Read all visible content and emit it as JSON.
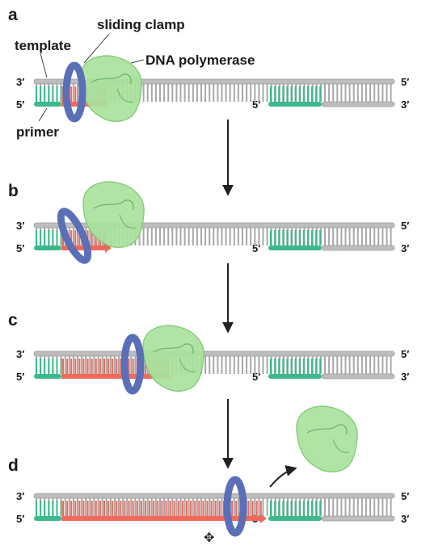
{
  "labels": {
    "template": "template",
    "sliding_clamp": "sliding clamp",
    "dna_polymerase": "DNA polymerase",
    "primer": "primer"
  },
  "ends": {
    "three_prime": "3′",
    "five_prime": "5′"
  },
  "panels": [
    {
      "label": "a"
    },
    {
      "label": "b"
    },
    {
      "label": "c"
    },
    {
      "label": "d"
    }
  ],
  "colors": {
    "backbone": "#bdbdbd",
    "rung": "#a8a8a8",
    "primer": "#3db88b",
    "new_strand": "#ef6a5a",
    "clamp": "#5b6fb8",
    "polymerase": "#a9e29e",
    "arrow": "#222222"
  },
  "icons": {
    "cursor": "move-cursor-icon"
  }
}
